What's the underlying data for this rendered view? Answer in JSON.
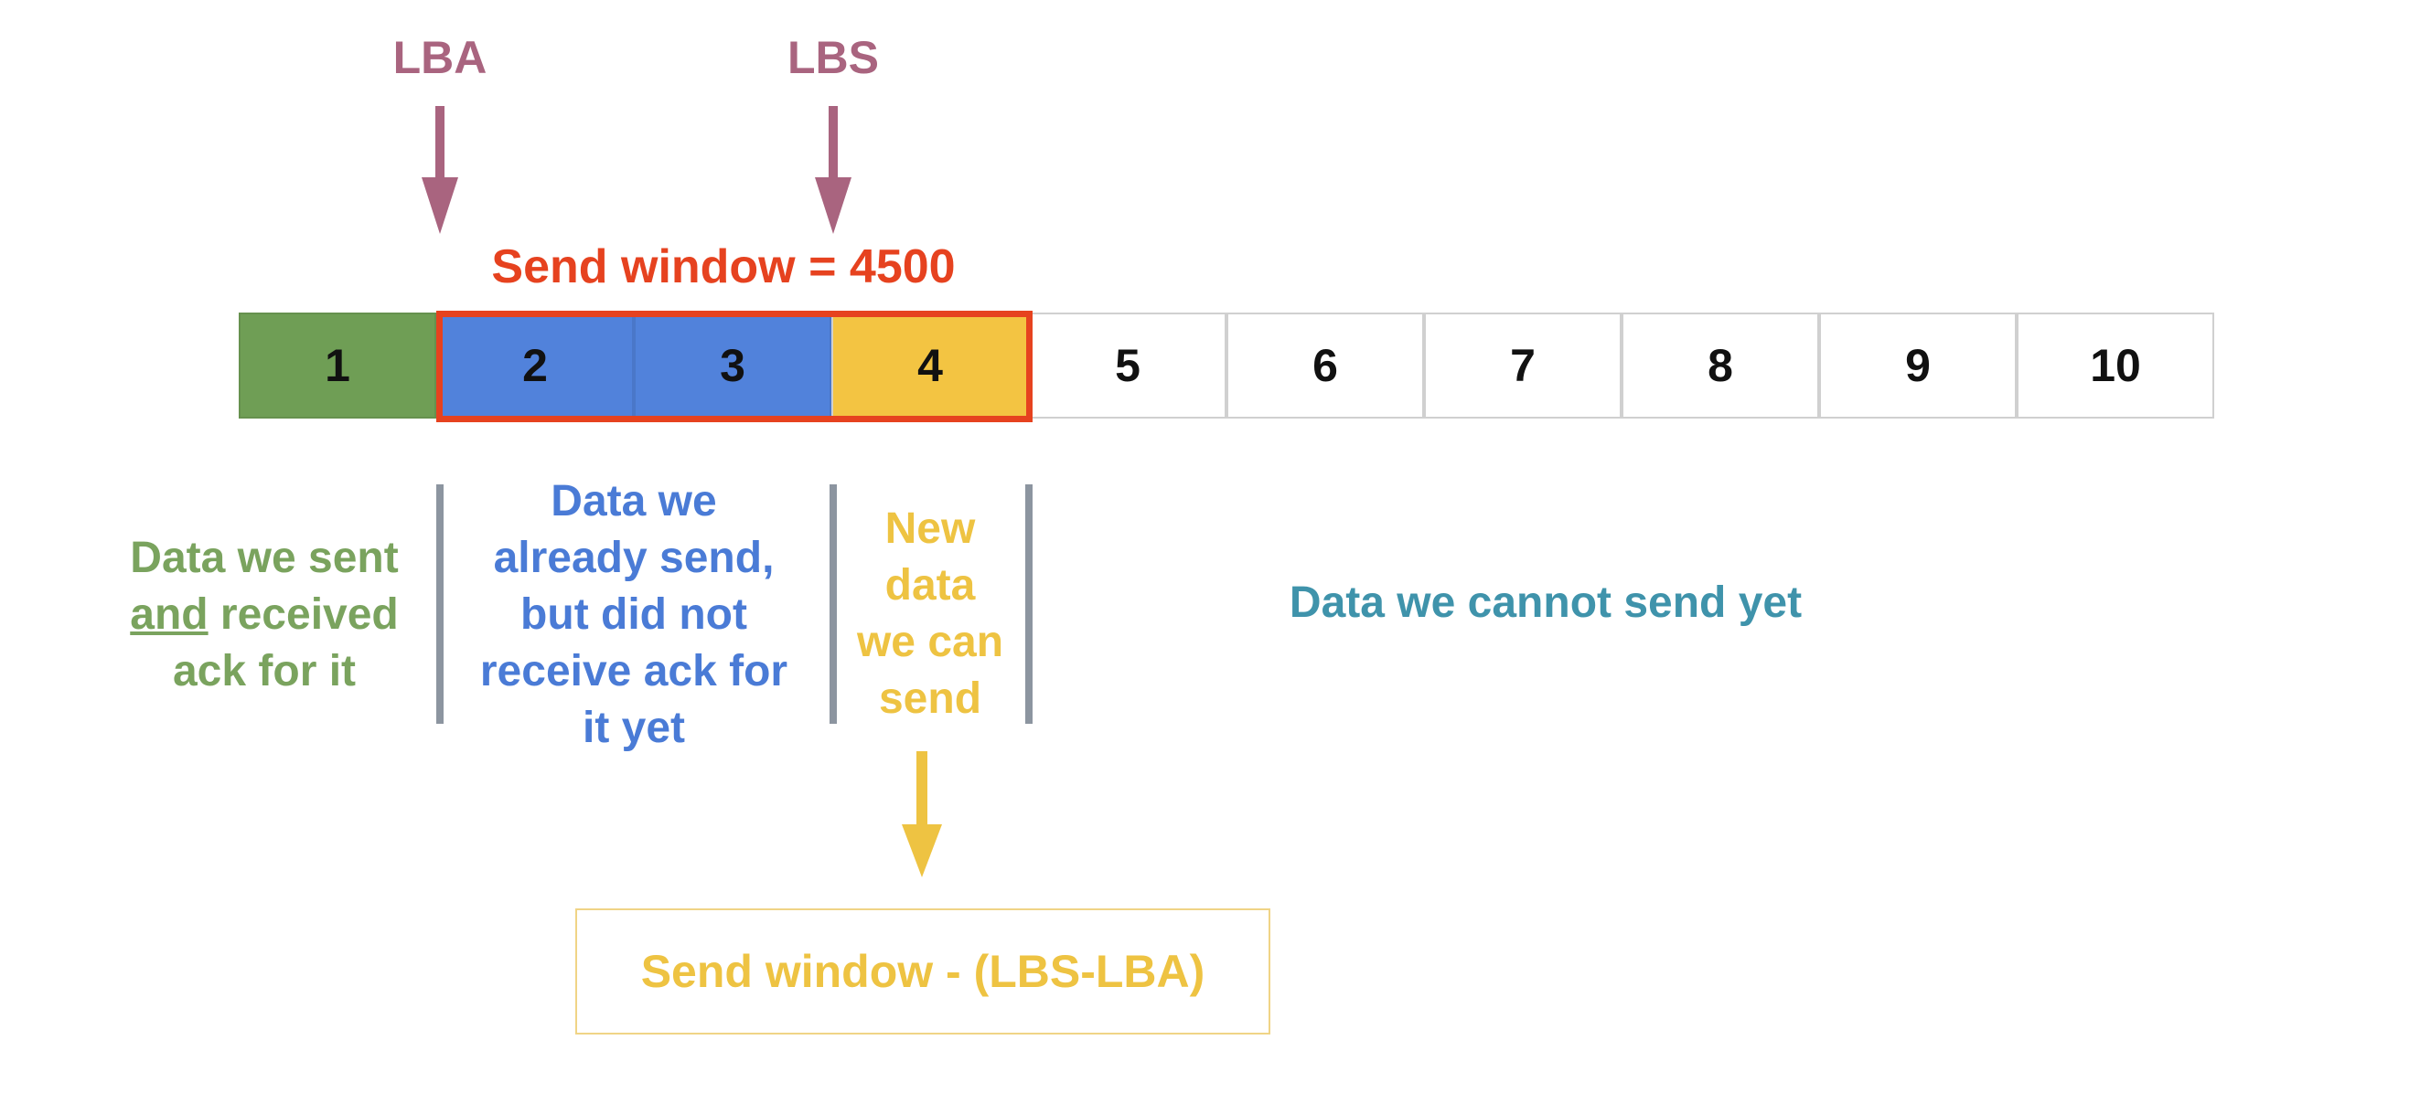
{
  "colors": {
    "pointer": "#a9647f",
    "window": "#e6421f",
    "acked": "#7aa35e",
    "acked_fill": "#6f9e55",
    "in_flight": "#4a7bd6",
    "in_flight_fill": "#5182db",
    "can_send": "#eec342",
    "can_send_fill": "#f3c442",
    "cannot_send": "#3f93ab",
    "divider": "#8c95a0"
  },
  "pointers": {
    "lba": "LBA",
    "lbs": "LBS"
  },
  "window_title": "Send window = 4500",
  "segments": [
    {
      "label": "1",
      "state": "acked"
    },
    {
      "label": "2",
      "state": "in_flight"
    },
    {
      "label": "3",
      "state": "in_flight"
    },
    {
      "label": "4",
      "state": "can_send"
    },
    {
      "label": "5",
      "state": "cannot_send"
    },
    {
      "label": "6",
      "state": "cannot_send"
    },
    {
      "label": "7",
      "state": "cannot_send"
    },
    {
      "label": "8",
      "state": "cannot_send"
    },
    {
      "label": "9",
      "state": "cannot_send"
    },
    {
      "label": "10",
      "state": "cannot_send"
    }
  ],
  "descriptions": {
    "acked": {
      "line1": "Data we sent",
      "line2_underlined": "and",
      "line2_rest": " received",
      "line3": "ack for it"
    },
    "in_flight": {
      "lines": [
        "Data we",
        "already send,",
        "but did not",
        "receive ack for",
        "it yet"
      ]
    },
    "can_send": {
      "lines": [
        "New",
        "data",
        "we can",
        "send"
      ]
    },
    "cannot_send": {
      "text": "Data we cannot send yet"
    }
  },
  "formula": "Send window - (LBS-LBA)"
}
